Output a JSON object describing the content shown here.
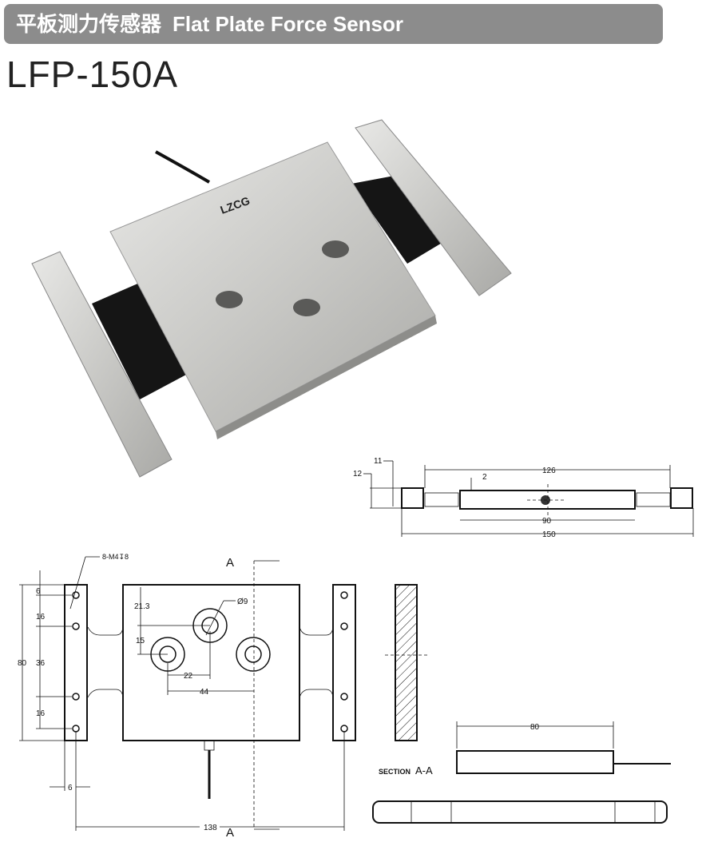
{
  "header": {
    "title_cn": "平板测力传感器",
    "title_en": "Flat Plate Force Sensor"
  },
  "model": "LFP-150A",
  "photo": {
    "logo_text": "LZCG"
  },
  "side_view": {
    "dims": [
      "11",
      "12",
      "2",
      "126",
      "90",
      "150"
    ]
  },
  "plan_view": {
    "thread_note": "8-M4↧8",
    "section_label": "A",
    "dims": {
      "d6_top": "6",
      "d16_a": "16",
      "d80": "80",
      "d36": "36",
      "d16_b": "16",
      "d21_3": "21.3",
      "d15": "15",
      "dia9": "Ø9",
      "d22": "22",
      "d44": "44",
      "d6_bottom": "6",
      "d138": "138"
    }
  },
  "section": {
    "label_prefix": "SECTION",
    "label_id": "A-A",
    "dim": "80"
  }
}
